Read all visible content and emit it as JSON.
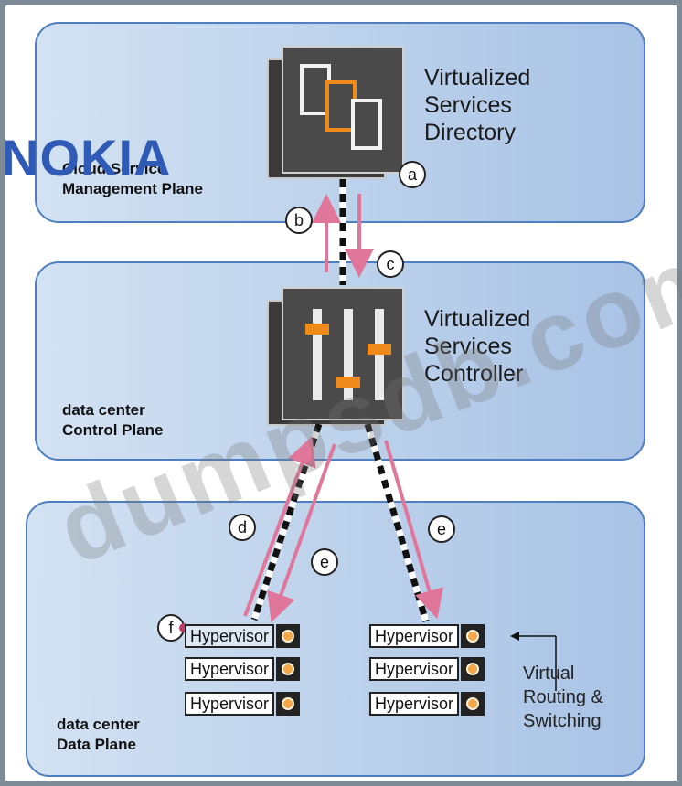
{
  "logo": {
    "text": "NOKIA",
    "color": "#2f5bb7"
  },
  "watermark": "dumpsdb.com",
  "planes": {
    "management": {
      "label_line1": "Cloud Service",
      "label_line2": "Management Plane"
    },
    "control": {
      "label_line1": "data center",
      "label_line2": "Control Plane"
    },
    "data": {
      "label_line1": "data center",
      "label_line2": "Data Plane"
    }
  },
  "vsd": {
    "line1": "Virtualized",
    "line2": "Services",
    "line3": "Directory"
  },
  "vsc": {
    "line1": "Virtualized",
    "line2": "Services",
    "line3": "Controller"
  },
  "markers": {
    "a": "a",
    "b": "b",
    "c": "c",
    "d": "d",
    "e1": "e",
    "e2": "e",
    "f": "f"
  },
  "hypervisors": {
    "left": [
      "Hypervisor",
      "Hypervisor",
      "Hypervisor"
    ],
    "right": [
      "Hypervisor",
      "Hypervisor",
      "Hypervisor"
    ]
  },
  "vrs_label": {
    "line1": "Virtual",
    "line2": "Routing &",
    "line3": "Switching"
  },
  "colors": {
    "arrow": "#e0779b",
    "accent": "#f08a1a",
    "plane_border": "#4f7fbf",
    "box": "#4a4a4a"
  }
}
